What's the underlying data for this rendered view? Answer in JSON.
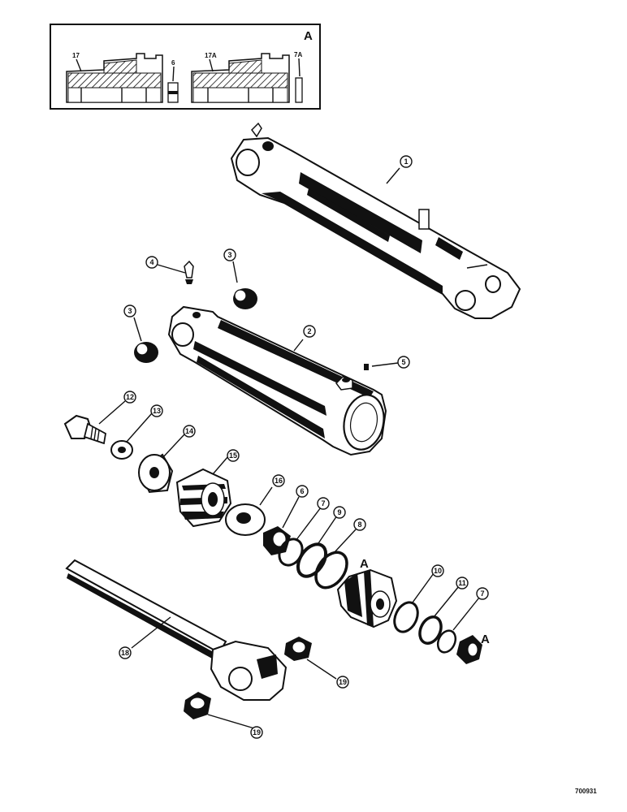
{
  "inset": {
    "corner_label": "A",
    "labels": [
      "17",
      "6",
      "17A",
      "7A"
    ]
  },
  "callouts": [
    "1",
    "2",
    "3",
    "3",
    "4",
    "5",
    "12",
    "13",
    "14",
    "15",
    "16",
    "6",
    "7",
    "9",
    "8",
    "10",
    "11",
    "7",
    "18",
    "19",
    "19"
  ],
  "detail_markers": [
    "A",
    "A"
  ],
  "footer_code": "700931",
  "colors": {
    "ink": "#111111",
    "paper": "#ffffff"
  }
}
